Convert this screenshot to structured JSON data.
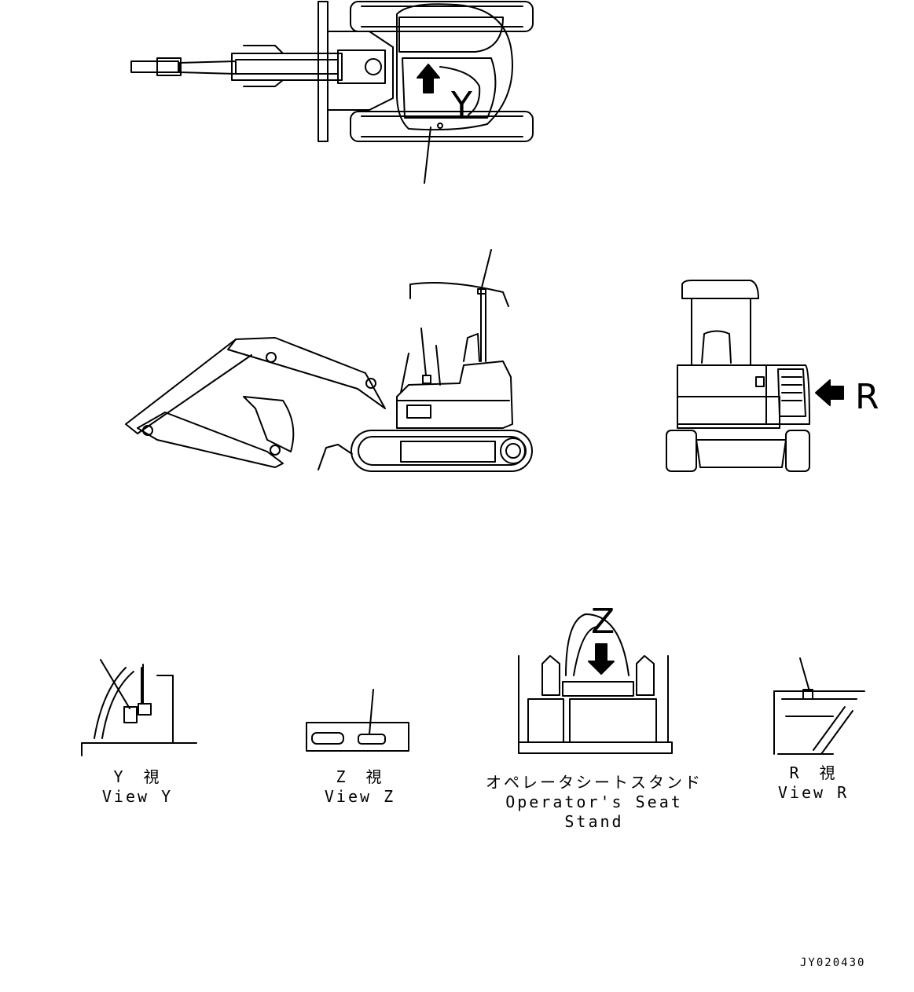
{
  "callouts": {
    "y": "Y",
    "r": "R",
    "z": "Z"
  },
  "views": {
    "view_y": {
      "jp": "Y　視",
      "en": "View Y"
    },
    "view_z": {
      "jp": "Z　視",
      "en": "View Z"
    },
    "seat_stand": {
      "jp": "オペレータシートスタンド",
      "en": "Operator's Seat Stand"
    },
    "view_r": {
      "jp": "R　視",
      "en": "View R"
    }
  },
  "drawing_code": "JY020430"
}
